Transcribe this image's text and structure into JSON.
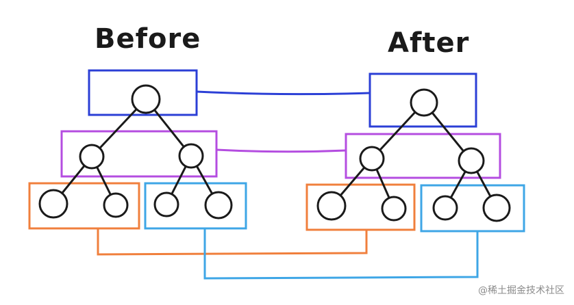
{
  "titles": {
    "before": "Before",
    "after": "After"
  },
  "watermark": "@稀土掘金技术社区",
  "colors": {
    "ink": "#1a1a1a",
    "level_root": "#2b3fd6",
    "level_children": "#b44de0",
    "subtree_left": "#f07f3c",
    "subtree_right": "#3ea6e6"
  }
}
